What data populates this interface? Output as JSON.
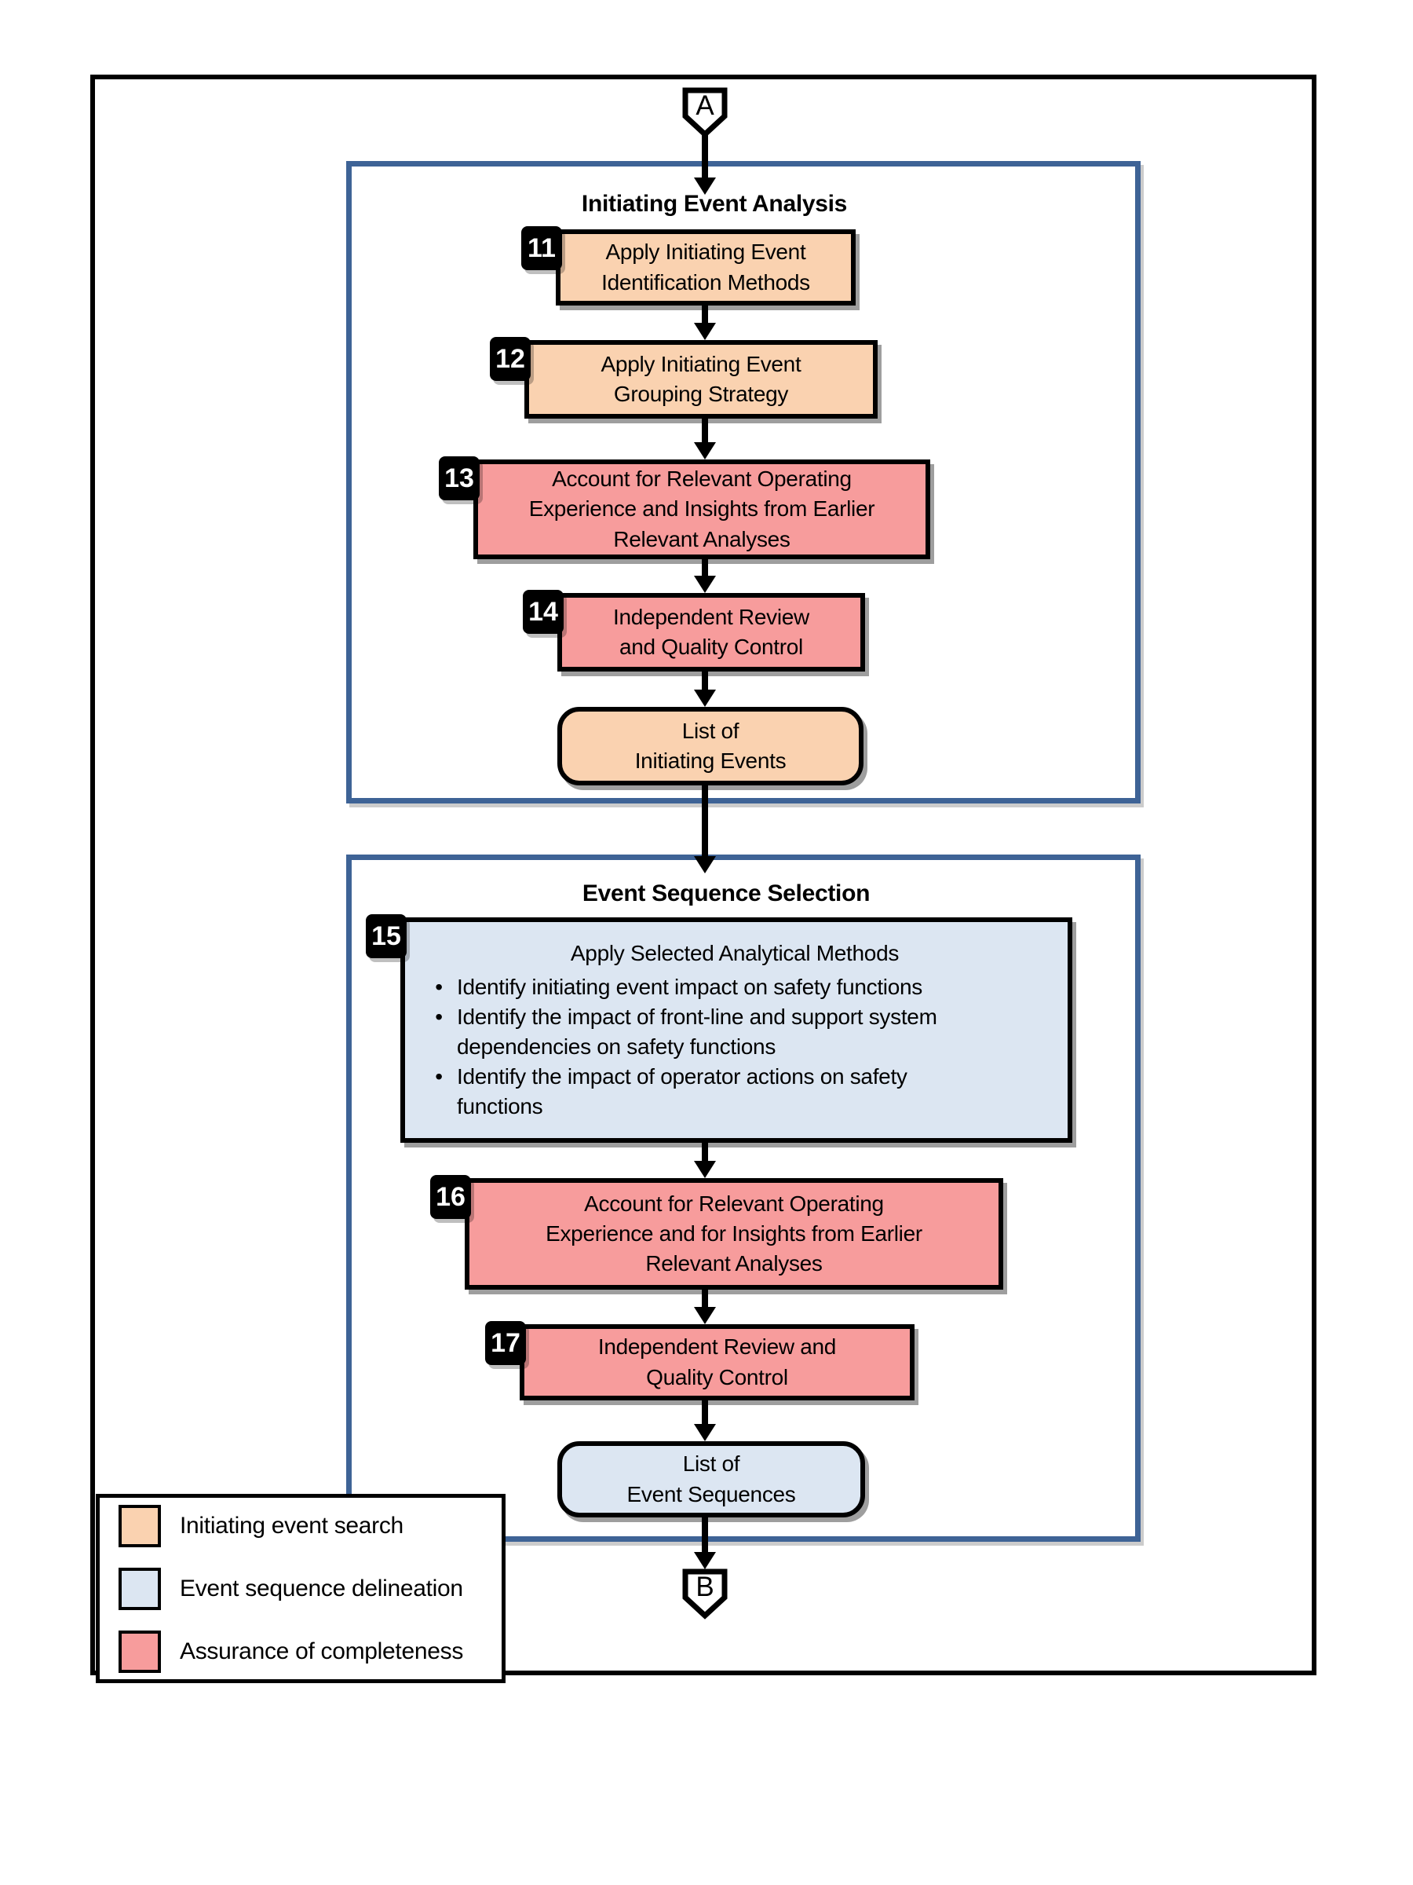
{
  "diagram": {
    "connector_top": "A",
    "connector_bottom": "B",
    "colors": {
      "initiating_event_search": "#FAD2B0",
      "event_sequence_delineation": "#DCE6F2",
      "assurance_of_completeness": "#F79C9C",
      "section_border": "#3E6396"
    },
    "section1": {
      "title": "Initiating Event Analysis",
      "step11": {
        "number": "11",
        "line1": "Apply Initiating Event",
        "line2": "Identification Methods"
      },
      "step12": {
        "number": "12",
        "line1": "Apply Initiating Event",
        "line2": "Grouping Strategy"
      },
      "step13": {
        "number": "13",
        "line1": "Account for Relevant Operating",
        "line2": "Experience and Insights from Earlier",
        "line3": "Relevant Analyses"
      },
      "step14": {
        "number": "14",
        "line1": "Independent Review",
        "line2": "and Quality Control"
      },
      "output": {
        "line1": "List of",
        "line2": "Initiating Events"
      }
    },
    "section2": {
      "title": "Event Sequence Selection",
      "step15": {
        "number": "15",
        "title": "Apply Selected Analytical Methods",
        "bullet_marker": "•",
        "bullet1_line1": "Identify initiating event impact on safety functions",
        "bullet2_line1": "Identify the impact of front-line and support system",
        "bullet2_line2": "dependencies on safety functions",
        "bullet3_line1": "Identify the impact of operator actions on safety",
        "bullet3_line2": "functions"
      },
      "step16": {
        "number": "16",
        "line1": "Account for Relevant Operating",
        "line2": "Experience and for Insights from Earlier",
        "line3": "Relevant Analyses"
      },
      "step17": {
        "number": "17",
        "line1": "Independent Review and",
        "line2": "Quality Control"
      },
      "output": {
        "line1": "List of",
        "line2": "Event Sequences"
      }
    },
    "legend": {
      "item1": {
        "label": "Initiating event search",
        "color": "#FAD2B0"
      },
      "item2": {
        "label": "Event sequence delineation",
        "color": "#DCE6F2"
      },
      "item3": {
        "label": "Assurance of completeness",
        "color": "#F79C9C"
      }
    }
  }
}
